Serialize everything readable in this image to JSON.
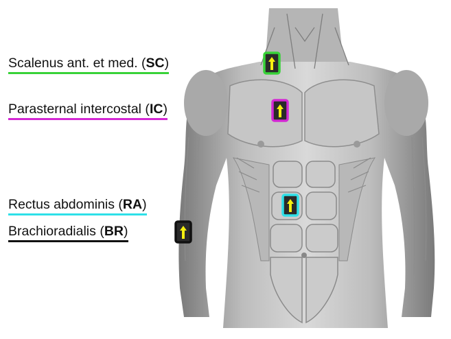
{
  "figure": {
    "image_description": "anatomical-torso-muscles",
    "labels": [
      {
        "id": "sc",
        "name": "Scalenus ant. et med.",
        "abbr": "SC",
        "color": "#38d238"
      },
      {
        "id": "ic",
        "name": "Parasternal intercostal",
        "abbr": "IC",
        "color": "#d428d4"
      },
      {
        "id": "ra",
        "name": "Rectus abdominis",
        "abbr": "RA",
        "color": "#2ee0e8"
      },
      {
        "id": "br",
        "name": "Brachioradialis",
        "abbr": "BR",
        "color": "#111111"
      }
    ],
    "sensor_icon": "arrow-up-icon",
    "sensor_arrow_color": "#f5f010"
  }
}
